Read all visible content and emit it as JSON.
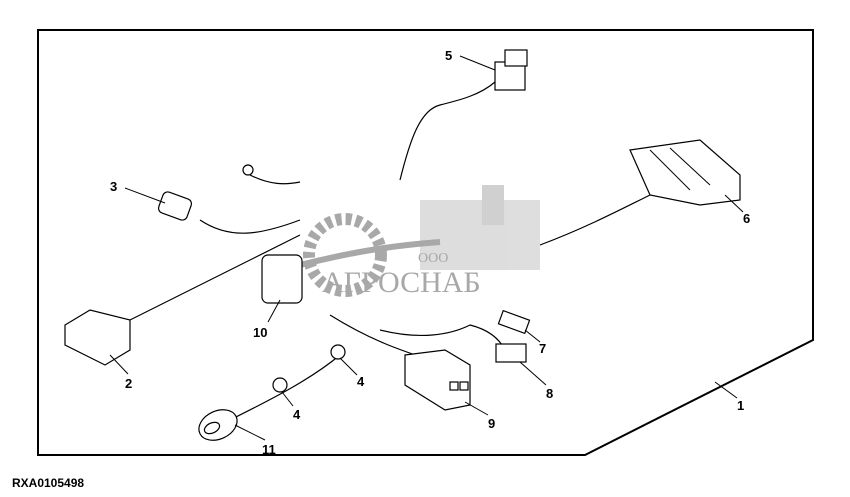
{
  "figure_code": "RXA0105498",
  "watermark": {
    "prefix": "ООО",
    "name": "АГРОСНАБ"
  },
  "callouts": [
    "1",
    "2",
    "3",
    "4",
    "4",
    "5",
    "6",
    "7",
    "8",
    "9",
    "10",
    "11"
  ]
}
